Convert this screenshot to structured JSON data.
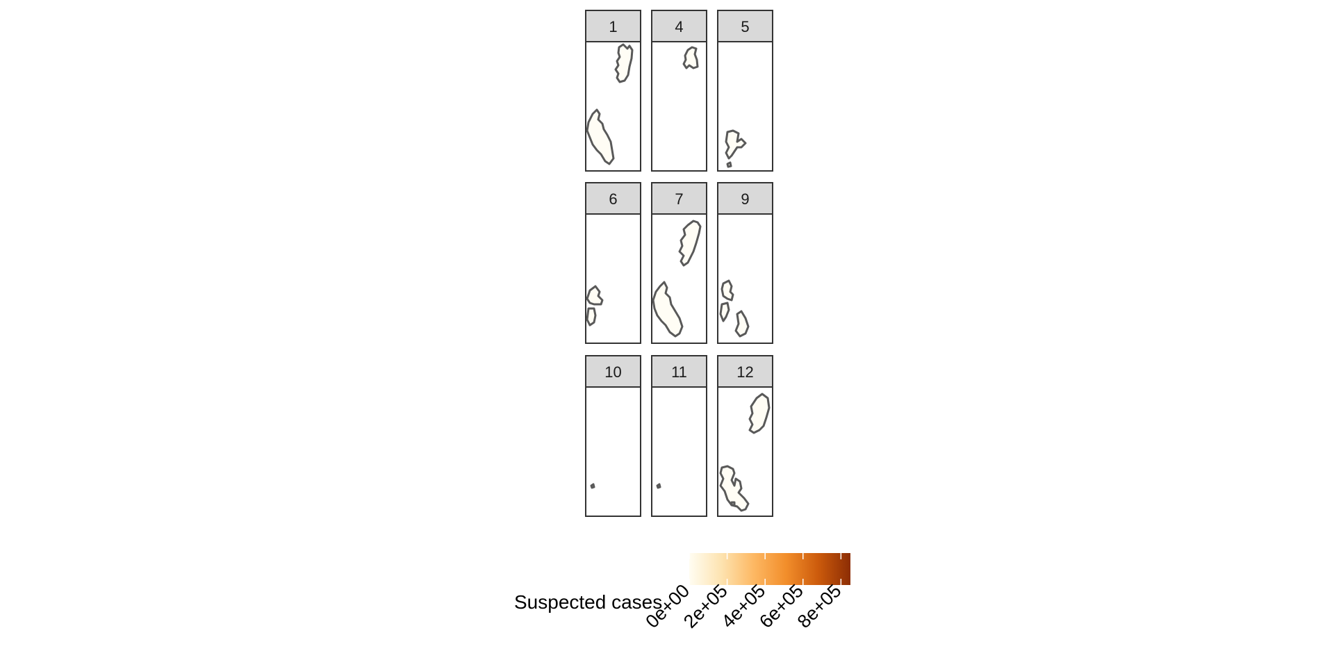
{
  "chart_data": {
    "type": "choropleth-facet",
    "facets": [
      {
        "label": "1",
        "map": "A"
      },
      {
        "label": "4",
        "map": "B"
      },
      {
        "label": "5",
        "map": "C"
      },
      {
        "label": "6",
        "map": "D"
      },
      {
        "label": "7",
        "map": "E"
      },
      {
        "label": "9",
        "map": "F"
      },
      {
        "label": "10",
        "map": "G"
      },
      {
        "label": "11",
        "map": "G"
      },
      {
        "label": "12",
        "map": "H"
      }
    ],
    "legend": {
      "title": "Suspected cases",
      "position": "bottom",
      "range": [
        0,
        850000
      ],
      "breaks": [
        0,
        200000,
        400000,
        600000,
        800000
      ],
      "break_labels": [
        "0e+00",
        "2e+05",
        "4e+05",
        "6e+05",
        "8e+05"
      ],
      "colors": [
        "#fffdf2",
        "#fde3b0",
        "#fdb863",
        "#f28e2b",
        "#cc5b0c",
        "#8c2d04"
      ]
    },
    "style": {
      "outline_color": "#595959",
      "strip_fill": "#d9d9d9",
      "panel_border": "#333333"
    }
  }
}
